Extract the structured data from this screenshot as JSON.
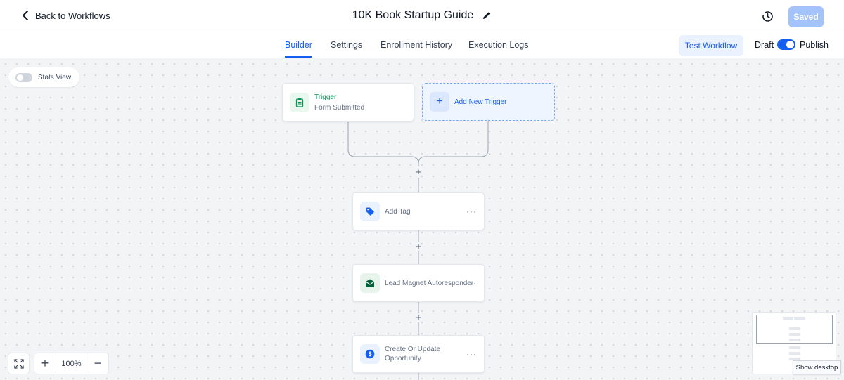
{
  "header": {
    "back_label": "Back to Workflows",
    "title": "10K Book Startup Guide",
    "saved_label": "Saved"
  },
  "tabs": [
    {
      "label": "Builder",
      "active": true
    },
    {
      "label": "Settings",
      "active": false
    },
    {
      "label": "Enrollment History",
      "active": false
    },
    {
      "label": "Execution Logs",
      "active": false
    }
  ],
  "actions": {
    "test_label": "Test Workflow",
    "draft_label": "Draft",
    "publish_label": "Publish",
    "published": true
  },
  "canvas": {
    "stats_label": "Stats View",
    "trigger": {
      "title": "Trigger",
      "subtitle": "Form Submitted",
      "icon": "clipboard-icon"
    },
    "add_trigger_label": "Add New Trigger",
    "steps": [
      {
        "label": "Add Tag",
        "icon": "tag-icon"
      },
      {
        "label": "Lead Magnet Autoresponder",
        "icon": "envelope-icon"
      },
      {
        "label": "Create Or Update Opportunity",
        "icon": "dollar-icon"
      }
    ],
    "more_glyph": "···"
  },
  "zoom": {
    "level": "100%"
  },
  "tooltip": "Show desktop",
  "colors": {
    "accent": "#155eef",
    "trigger_green": "#079455",
    "saved_disabled": "#a4c3fb"
  }
}
